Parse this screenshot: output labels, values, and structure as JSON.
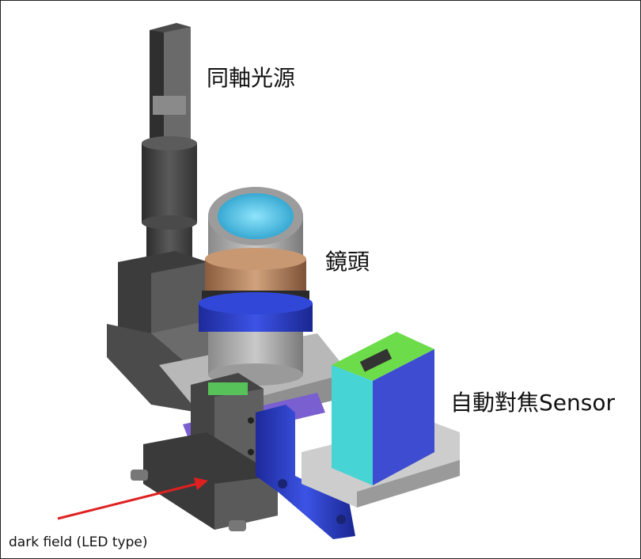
{
  "labels": {
    "coaxial_light": "同軸光源",
    "lens": "鏡頭",
    "af_sensor": "自動對焦Sensor",
    "dark_field": "dark field (LED type)"
  },
  "colors": {
    "body_dark": "#3e3e3e",
    "lens_blue_glass": "#5bc8ea",
    "lens_bronze": "#b98a66",
    "lens_blue_ring": "#2b3fc4",
    "bracket_blue": "#3644d6",
    "sensor_cyan": "#47d4d4",
    "sensor_top_green": "#6ddc4a",
    "sensor_blue": "#3d4cd0",
    "arrow_red": "#e02020"
  }
}
